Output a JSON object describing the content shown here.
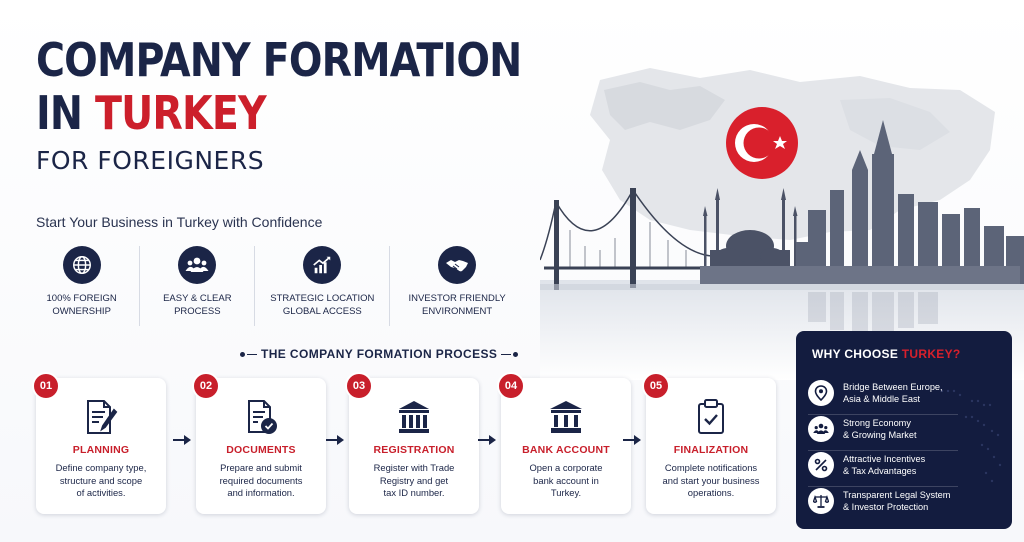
{
  "title": {
    "line1": "COMPANY FORMATION",
    "line2a": "IN ",
    "line2b": "TURKEY",
    "line3": "FOR FOREIGNERS"
  },
  "tagline": "Start Your Business in Turkey with Confidence",
  "features": [
    {
      "line1": "100% FOREIGN",
      "line2": "OWNERSHIP",
      "icon": "globe-icon"
    },
    {
      "line1": "EASY & CLEAR",
      "line2": "PROCESS",
      "icon": "users-icon"
    },
    {
      "line1": "STRATEGIC LOCATION",
      "line2": "GLOBAL ACCESS",
      "icon": "growth-chart-icon"
    },
    {
      "line1": "INVESTOR FRIENDLY",
      "line2": "ENVIRONMENT",
      "icon": "handshake-icon"
    }
  ],
  "process": {
    "heading": "THE COMPANY FORMATION PROCESS",
    "steps": [
      {
        "num": "01",
        "title": "PLANNING",
        "d1": "Define company type,",
        "d2": "structure and scope",
        "d3": "of activities.",
        "icon": "document-pen-icon"
      },
      {
        "num": "02",
        "title": "DOCUMENTS",
        "d1": "Prepare and submit",
        "d2": "required documents",
        "d3": "and information.",
        "icon": "document-check-icon"
      },
      {
        "num": "03",
        "title": "REGISTRATION",
        "d1": "Register with Trade",
        "d2": "Registry and get",
        "d3": "tax ID number.",
        "icon": "institution-icon"
      },
      {
        "num": "04",
        "title": "BANK ACCOUNT",
        "d1": "Open a corporate",
        "d2": "bank account in",
        "d3": "Turkey.",
        "icon": "bank-icon"
      },
      {
        "num": "05",
        "title": "FINALIZATION",
        "d1": "Complete notifications",
        "d2": "and start your business",
        "d3": "operations.",
        "icon": "clipboard-check-icon"
      }
    ]
  },
  "why": {
    "title_a": "WHY CHOOSE ",
    "title_b": "TURKEY?",
    "items": [
      {
        "l1": "Bridge Between Europe,",
        "l2": "Asia & Middle East",
        "icon": "location-pin-icon"
      },
      {
        "l1": "Strong Economy",
        "l2": "& Growing Market",
        "icon": "people-group-icon"
      },
      {
        "l1": "Attractive Incentives",
        "l2": "& Tax Advantages",
        "icon": "percent-icon"
      },
      {
        "l1": "Transparent Legal System",
        "l2": "& Investor Protection",
        "icon": "scales-icon"
      }
    ]
  },
  "colors": {
    "navy": "#1b2547",
    "red": "#c81f2b",
    "panel": "#131c3f"
  }
}
